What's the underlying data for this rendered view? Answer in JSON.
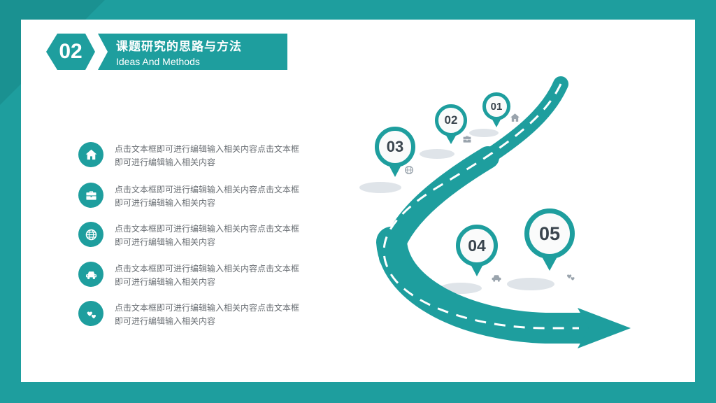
{
  "colors": {
    "accent_teal": "#1E9E9E",
    "pin_number": "#3A454E",
    "body_text": "#696E73",
    "shadow_gray": "#DFE4E9",
    "icon_gray": "#9AA4AD"
  },
  "header": {
    "number": "02",
    "title": "课题研究的思路与方法",
    "subtitle": "Ideas And Methods"
  },
  "list": {
    "items": [
      {
        "icon": "home-icon",
        "line1": "点击文本框即可进行编辑输入相关内容点击文本框",
        "line2": "即可进行编辑输入相关内容"
      },
      {
        "icon": "briefcase-icon",
        "line1": "点击文本框即可进行编辑输入相关内容点击文本框",
        "line2": "即可进行编辑输入相关内容"
      },
      {
        "icon": "globe-icon",
        "line1": "点击文本框即可进行编辑输入相关内容点击文本框",
        "line2": "即可进行编辑输入相关内容"
      },
      {
        "icon": "car-icon",
        "line1": "点击文本框即可进行编辑输入相关内容点击文本框",
        "line2": "即可进行编辑输入相关内容"
      },
      {
        "icon": "hearts-icon",
        "line1": "点击文本框即可进行编辑输入相关内容点击文本框",
        "line2": "即可进行编辑输入相关内容"
      }
    ]
  },
  "roadmap": {
    "pins": [
      {
        "label": "01",
        "icon": "home-icon"
      },
      {
        "label": "02",
        "icon": "briefcase-icon"
      },
      {
        "label": "03",
        "icon": "globe-icon"
      },
      {
        "label": "04",
        "icon": "car-icon"
      },
      {
        "label": "05",
        "icon": "hearts-icon"
      }
    ]
  }
}
